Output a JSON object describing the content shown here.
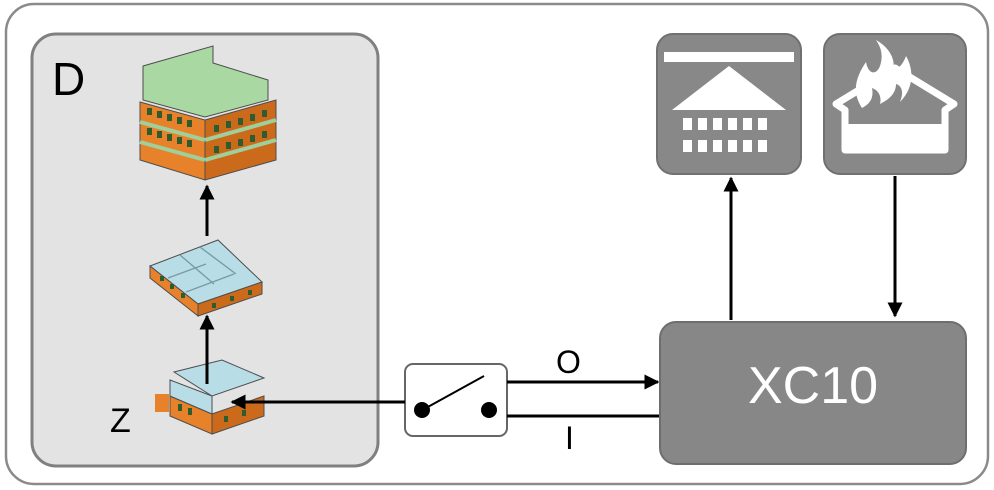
{
  "labels": {
    "building_group": "D",
    "zone": "Z",
    "output": "O",
    "input": "I",
    "controller": "XC10"
  },
  "icons": {
    "building": "building-isometric-icon",
    "floor": "floor-plan-isometric-icon",
    "room": "room-isometric-icon",
    "switch": "switch-icon",
    "sprinkler": "sprinkler-icon",
    "fire": "house-fire-icon"
  },
  "colors": {
    "panel_bg": "#e3e3e3",
    "panel_border": "#808080",
    "controller_bg": "#878787",
    "icon_box_bg": "#888888",
    "building_orange": "#e8822a",
    "building_roof": "#9fcf9a",
    "floor_blue": "#b8dde6"
  }
}
